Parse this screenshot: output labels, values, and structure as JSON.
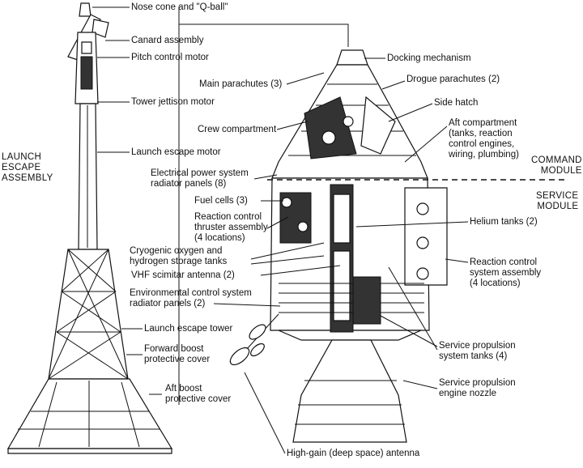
{
  "sections": {
    "launch_escape": [
      "LAUNCH",
      "ESCAPE",
      "ASSEMBLY"
    ],
    "command_module": [
      "COMMAND",
      "MODULE"
    ],
    "service_module": [
      "SERVICE",
      "MODULE"
    ]
  },
  "left_labels": {
    "nose_cone": "Nose cone and \"Q-ball\"",
    "canard": "Canard assembly",
    "pitch_motor": "Pitch control motor",
    "tower_jettison": "Tower jettison motor",
    "launch_escape_motor": "Launch escape motor",
    "launch_escape_tower": "Launch escape tower",
    "forward_boost": [
      "Forward boost",
      "protective cover"
    ],
    "aft_boost": [
      "Aft boost",
      "protective cover"
    ]
  },
  "middle_labels": {
    "main_parachutes": "Main parachutes (3)",
    "crew_compartment": "Crew compartment",
    "eps_radiators": [
      "Electrical power system",
      "radiator panels (8)"
    ],
    "fuel_cells": "Fuel cells (3)",
    "rcs_thruster": [
      "Reaction control",
      "thruster assembly",
      "(4 locations)"
    ],
    "cryo_tanks": [
      "Cryogenic oxygen and",
      "hydrogen storage tanks"
    ],
    "vhf_antenna": "VHF scimitar antenna (2)",
    "ecs_radiators": [
      "Environmental control system",
      "radiator panels (2)"
    ],
    "high_gain": "High-gain (deep space) antenna"
  },
  "right_labels": {
    "docking": "Docking mechanism",
    "drogue": "Drogue parachutes (2)",
    "side_hatch": "Side hatch",
    "aft_compartment": [
      "Aft compartment",
      "(tanks, reaction",
      "control engines,",
      "wiring, plumbing)"
    ],
    "helium": "Helium tanks (2)",
    "rcs_assembly": [
      "Reaction control",
      "system assembly",
      "(4 locations)"
    ],
    "sps_tanks": [
      "Service propulsion",
      "system tanks (4)"
    ],
    "sps_nozzle": [
      "Service propulsion",
      "engine nozzle"
    ]
  }
}
